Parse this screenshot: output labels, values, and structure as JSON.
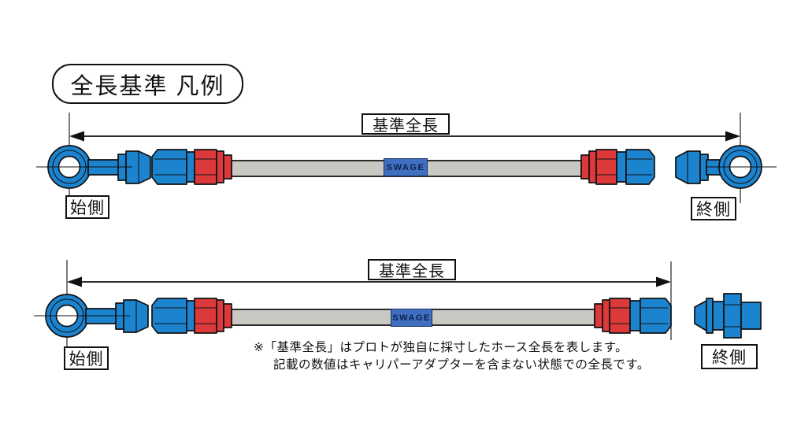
{
  "title": "全長基準 凡例",
  "colors": {
    "line": "#111111",
    "blue": "#1c83cf",
    "red": "#dc3a3a",
    "hose": "#c9c8c3",
    "swage_bg": "#3e6fc0",
    "swage_border": "#14305c",
    "swage_text": "#0e1f4d"
  },
  "diagram_top": {
    "dimension_label": "基準全長",
    "start_label": "始側",
    "end_label": "終側",
    "hose_brand": "SWAGE"
  },
  "diagram_bottom": {
    "dimension_label": "基準全長",
    "start_label": "始側",
    "end_label": "終側",
    "hose_brand": "SWAGE",
    "note_line1": "※「基準全長」はプロトが独自に採寸したホース全長を表します。",
    "note_line2": "記載の数値はキャリパーアダプターを含まない状態での全長です。"
  }
}
